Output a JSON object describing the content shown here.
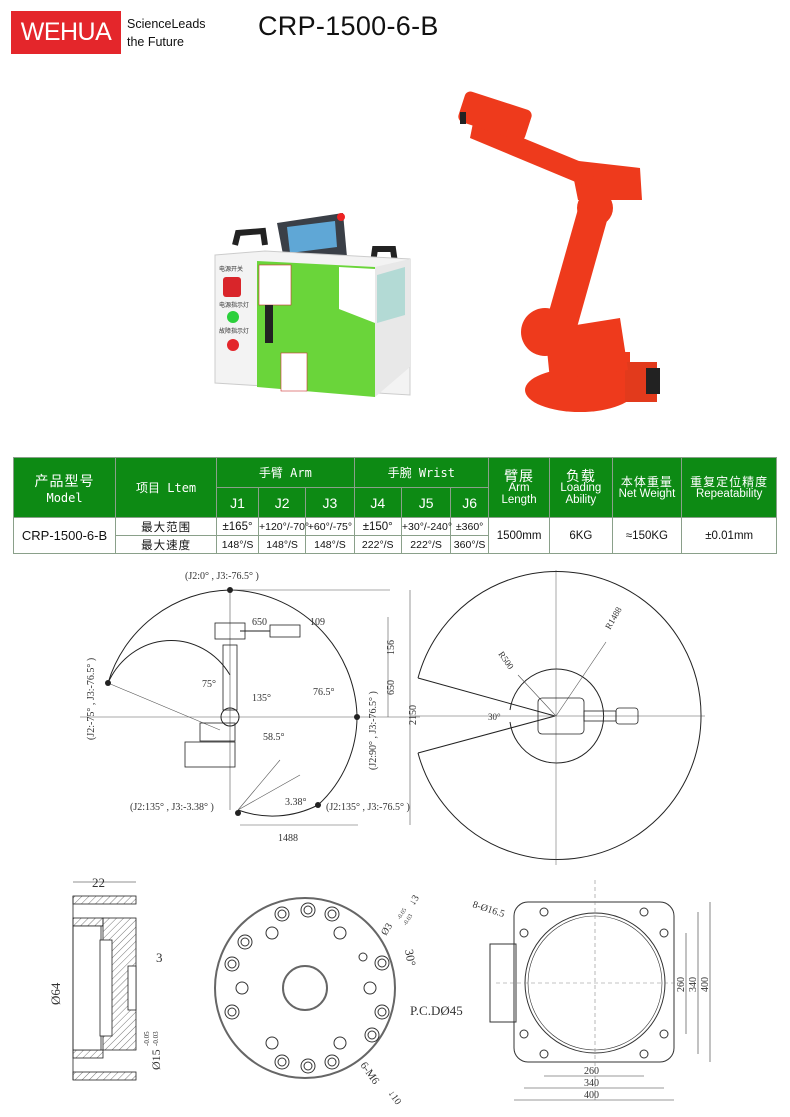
{
  "header": {
    "brand": "WEHUA",
    "slogan_line1": "ScienceLeads",
    "slogan_line2": "the Future",
    "title": "CRP-1500-6-B",
    "brand_color": "#e4262b"
  },
  "images": {
    "controller": {
      "label_power_switch": "电源开关",
      "label_power_light": "电源指示灯",
      "label_fault_light": "故障指示灯"
    },
    "robot": {
      "color": "#ee3a1c"
    }
  },
  "spec_table": {
    "header_color": "#0d8a14",
    "model_header_cn": "产品型号",
    "model_header_en": "Model",
    "item_header": "项目 Ltem",
    "arm_group": "手臂 Arm",
    "wrist_group": "手腕 Wrist",
    "joints": [
      "J1",
      "J2",
      "J3",
      "J4",
      "J5",
      "J6"
    ],
    "arm_length_cn": "臂展",
    "arm_length_en1": "Arm",
    "arm_length_en2": "Length",
    "loading_cn": "负载",
    "loading_en1": "Loading",
    "loading_en2": "Ability",
    "weight_cn": "本体重量",
    "weight_en": "Net Weight",
    "repeat_cn": "重复定位精度",
    "repeat_en": "Repeatability",
    "model": "CRP-1500-6-B",
    "rows": [
      {
        "item": "最大范围",
        "values": [
          "±165°",
          "+120°/-70°",
          "+60°/-75°",
          "±150°",
          "+30°/-240°",
          "±360°"
        ]
      },
      {
        "item": "最大速度",
        "values": [
          "148°/S",
          "148°/S",
          "148°/S",
          "222°/S",
          "222°/S",
          "360°/S"
        ]
      }
    ],
    "arm_length": "1500mm",
    "loading": "6KG",
    "net_weight": "≈150KG",
    "repeatability": "±0.01mm"
  },
  "side_view": {
    "top_point": "(J2:0° , J3:-76.5° )",
    "left_point": "(J2:-75° , J3:-76.5° )",
    "right_point": "(J2:90° , J3:-76.5° )",
    "bottom_left_point": "(J2:135° , J3:-3.38° )",
    "bottom_right_point": "(J2:135° , J3:-76.5° )",
    "dim_650_h": "650",
    "dim_109": "109",
    "dim_156": "156",
    "dim_650_v": "650",
    "dim_2150": "2150",
    "dim_1488": "1488",
    "angle_75": "75°",
    "angle_135": "135°",
    "angle_76_5": "76.5°",
    "angle_58_5": "58.5°",
    "angle_3_38": "3.38°"
  },
  "top_view": {
    "r_outer": "R1488",
    "r_inner": "R500",
    "angle": "30°"
  },
  "flange_section": {
    "width": "22",
    "diameter": "Ø64",
    "step": "3",
    "bore": "Ø15",
    "bore_tol_upper": "-0.05",
    "bore_tol_lower": "-0.03"
  },
  "flange_face": {
    "pin": "Ø3",
    "pin_tol_upper": "-0.05",
    "pin_tol_lower": "-0.03",
    "pin_depth": "↓3",
    "angle": "30°",
    "pcd": "P.C.DØ45",
    "thread": "6-M6",
    "thread_depth": "↓10"
  },
  "base_plate": {
    "holes": "8-Ø16.5",
    "dim_260_h": "260",
    "dim_340_h": "340",
    "dim_400_h": "400",
    "dim_260_v": "260",
    "dim_340_v": "340",
    "dim_400_v": "400"
  }
}
